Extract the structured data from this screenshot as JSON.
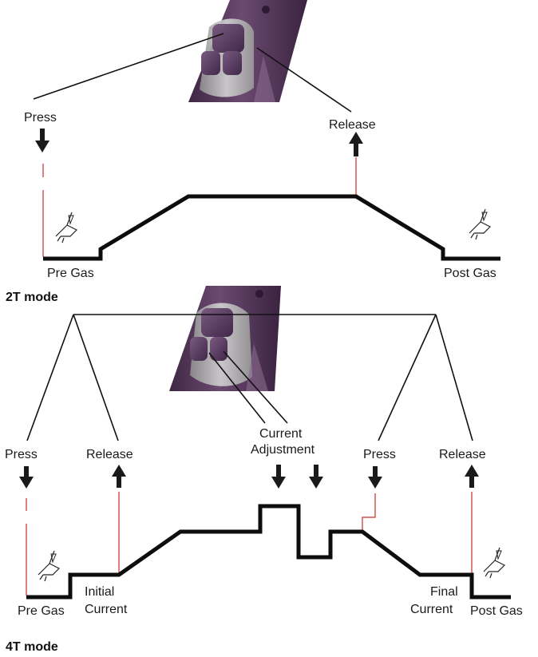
{
  "colors": {
    "torch_body": "#5a3a5e",
    "torch_dark": "#3f2744",
    "torch_highlight": "#8a6a90",
    "grip": "#b9b9b9",
    "button": "#5b3c61",
    "waveform": "#0d0d0d",
    "guide_line": "#cc2a2a"
  },
  "section_2t": {
    "title": "2T mode",
    "press_label": "Press",
    "release_label": "Release",
    "pre_gas_label": "Pre Gas",
    "post_gas_label": "Post Gas"
  },
  "section_4t": {
    "title": "4T mode",
    "press_label_1": "Press",
    "release_label_1": "Release",
    "current_adjustment_label_line1": "Current",
    "current_adjustment_label_line2": "Adjustment",
    "press_label_2": "Press",
    "release_label_2": "Release",
    "pre_gas_label": "Pre Gas",
    "initial_current_line1": "Initial",
    "initial_current_line2": "Current",
    "final_current_line1": "Final",
    "final_current_line2": "Current",
    "post_gas_label": "Post Gas"
  },
  "icons": {
    "torch_handle": "torch-handle-image",
    "torch_nozzle": "tig-torch-icon",
    "arrow_down": "arrow-down-icon",
    "arrow_up": "arrow-up-icon"
  }
}
